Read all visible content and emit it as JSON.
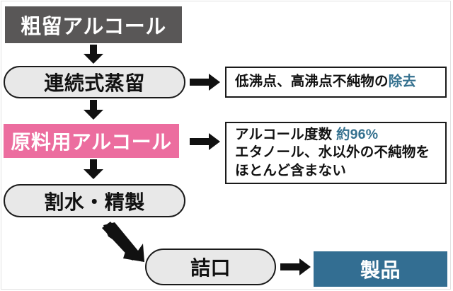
{
  "diagram": {
    "title_node": {
      "label": "粗留アルコール"
    },
    "nodes": [
      {
        "id": "crude-alcohol",
        "label": "粗留アルコール",
        "style": "dark"
      },
      {
        "id": "continuous-distillation",
        "label": "連続式蒸留",
        "style": "rounded"
      },
      {
        "id": "raw-material-alcohol",
        "label": "原料用アルコール",
        "style": "pink"
      },
      {
        "id": "dilution-refining",
        "label": "割水・精製",
        "style": "rounded"
      },
      {
        "id": "bottling",
        "label": "詰口",
        "style": "rounded"
      },
      {
        "id": "product",
        "label": "製品",
        "style": "teal"
      }
    ],
    "callouts": [
      {
        "id": "impurity-removal",
        "lines": [
          {
            "text": "低沸点、高沸点不純物の",
            "accent": ""
          },
          {
            "text": "",
            "accent": ""
          }
        ],
        "line1_plain": "低沸点、高沸点不純物の",
        "line1_accent": "除去"
      },
      {
        "id": "alcohol-spec",
        "line1_plain": "アルコール度数 ",
        "line1_accent": "約96%",
        "line2": "エタノール、水以外の不純物を",
        "line3": "ほとんど含まない"
      }
    ],
    "arrows": [
      {
        "id": "crude-to-distillation",
        "direction": "down"
      },
      {
        "id": "distillation-to-impurity",
        "direction": "right"
      },
      {
        "id": "distillation-to-raw-alcohol",
        "direction": "down"
      },
      {
        "id": "raw-alcohol-to-spec",
        "direction": "right"
      },
      {
        "id": "raw-alcohol-to-dilution",
        "direction": "down"
      },
      {
        "id": "dilution-to-bottling",
        "direction": "diagonal-down-right"
      },
      {
        "id": "bottling-to-product",
        "direction": "right"
      }
    ],
    "colors": {
      "dark_node": "#595757",
      "rounded_node": "#e8e8e8",
      "pink_node": "#ec6d9f",
      "teal_node": "#336e92",
      "accent_text": "#35718f",
      "outline": "#1a1a1a",
      "background": "#ffffff"
    }
  }
}
